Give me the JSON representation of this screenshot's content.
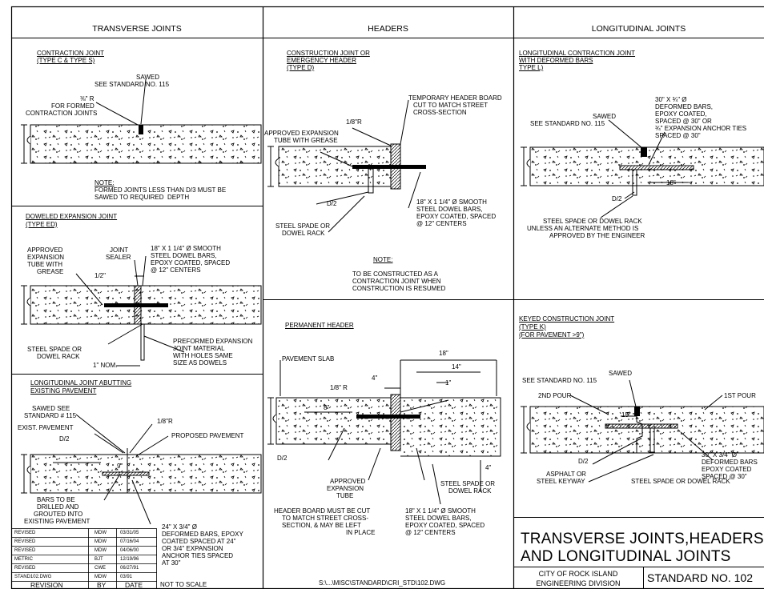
{
  "headers": {
    "transverse": "TRANSVERSE JOINTS",
    "headers": "HEADERS",
    "longitudinal": "LONGITUDINAL JOINTS"
  },
  "contraction": {
    "title1": "CONTRACTION JOINT",
    "title2": "(TYPE C & TYPE S)",
    "sawed": "SAWED",
    "see": "SEE STANDARD NO. 115",
    "radius": "⅜\" R",
    "formed1": "FOR FORMED",
    "formed2": "CONTRACTION JOINTS",
    "note_title": "NOTE:",
    "note1": "FORMED JOINTS LESS THAN D/3 MUST BE",
    "note2": "SAWED TO REQUIRED  DEPTH"
  },
  "doweled": {
    "title1": "DOWELED EXPANSION JOINT",
    "title2": "(TYPE ED)",
    "tube1": "APPROVED",
    "tube2": "EXPANSION",
    "tube3": "TUBE WITH",
    "tube4": "GREASE",
    "sealer1": "JOINT",
    "sealer2": "SEALER",
    "half": "1/2\"",
    "dowel1": "18\" X 1 1/4\" ø SMOOTH",
    "dowel2": "STEEL DOWEL BARS,",
    "dowel3": "EPOXY COATED, SPACED",
    "dowel4": "@ 12\" CENTERS",
    "spade1": "STEEL SPADE OR",
    "spade2": "DOWEL RACK",
    "nom": "1\" NOM.",
    "pre1": "PREFORMED EXPANSION",
    "pre2": "JOINT MATERIAL",
    "pre3": "WITH HOLES SAME",
    "pre4": "SIZE AS DOWELS"
  },
  "abutting": {
    "title1": "LONGITUDINAL JOINT ABUTTING",
    "title2": "EXISTING PAVEMENT",
    "sawed1": "SAWED SEE",
    "sawed2": "STANDARD # 115",
    "radius": "1/8\"R",
    "exist": "EXIST. PAVEMENT",
    "proposed": "PROPOSED PAVEMENT",
    "d2": "D/2",
    "nine": "9\"",
    "bars1": "BARS TO BE",
    "bars2": "DRILLED AND",
    "bars3": "GROUTED INTO",
    "bars4": "EXISTING PAVEMENT",
    "def1": "24\" X 3/4\" ø",
    "def2": "DEFORMED BARS, EPOXY",
    "def3": "COATED SPACED AT 24\"",
    "def4": "OR 3/4\" EXPANSION",
    "def5": "ANCHOR TIES SPACED",
    "def6": "AT 30\"",
    "not_to_scale": "NOT TO SCALE"
  },
  "revisions": {
    "rows": [
      [
        "REVISED",
        "MDW",
        "03/31/05"
      ],
      [
        "REVISED",
        "MDW",
        "07/16/04"
      ],
      [
        "REVISED",
        "MDW",
        "04/06/00"
      ],
      [
        "METRIC",
        "BJT",
        "12/19/96"
      ],
      [
        "REVISED",
        "CWE",
        "06/27/91"
      ],
      [
        "STAND102.DWG",
        "MDW",
        "03/91"
      ]
    ],
    "head": [
      "REVISION",
      "BY",
      "DATE"
    ]
  },
  "construction": {
    "title1": "CONSTRUCTION JOINT OR",
    "title2": "EMERGENCY HEADER",
    "title3": "(TYPE D)",
    "temp1": "TEMPORARY HEADER BOARD",
    "temp2": "CUT TO MATCH STREET",
    "temp3": "CROSS-SECTION",
    "radius": "1/8\"R",
    "tube1": "APPROVED EXPANSION",
    "tube2": "TUBE WITH GREASE",
    "d2": "D/2",
    "dowel1": "18\" X 1 1/4\" ø SMOOTH",
    "dowel2": "STEEL DOWEL BARS,",
    "dowel3": "EPOXY COATED, SPACED",
    "dowel4": "@ 12\" CENTERS",
    "spade1": "STEEL SPADE OR",
    "spade2": "DOWEL RACK",
    "note_title": "NOTE:",
    "note1": "TO BE CONSTRUCTED AS A",
    "note2": "CONTRACTION JOINT WHEN",
    "note3": "CONSTRUCTION IS RESUMED"
  },
  "permanent": {
    "title": "PERMANENT HEADER",
    "slab": "PAVEMENT SLAB",
    "d18": "18\"",
    "d14": "14\"",
    "d4a": "4\"",
    "d1": "1\"",
    "radius": "1/8\" R",
    "d8": "8\"",
    "d2": "D/2",
    "d4b": "4\"",
    "tube1": "APPROVED",
    "tube2": "EXPANSION",
    "tube3": "TUBE",
    "spade1": "STEEL SPADE OR",
    "spade2": "DOWEL RACK",
    "board1": "HEADER BOARD MUST BE CUT",
    "board2": "TO MATCH STREET CROSS-",
    "board3": "SECTION, & MAY BE LEFT",
    "board4": "IN PLACE",
    "dowel1": "18\" X 1 1/4\" ø SMOOTH",
    "dowel2": "STEEL DOWEL BARS,",
    "dowel3": "EPOXY COATED, SPACED",
    "dowel4": "@ 12\" CENTERS",
    "path": "S:\\...\\MISC\\STANDARD\\CRI_STD\\102.DWG"
  },
  "longcontraction": {
    "title1": "LONGITUDINAL CONTRACTION JOINT",
    "title2": "WITH DEFORMED BARS",
    "title3": "TYPE L)",
    "bars1": "30\" X ¾\" ø",
    "bars2": "DEFORMED BARS,",
    "bars3": "EPOXY COATED,",
    "bars4": "SPACED @ 30\" OR",
    "bars5": "¾\" EXPANSION ANCHOR TIES",
    "bars6": "SPACED @ 30\"",
    "sawed": "SAWED",
    "see": "SEE STANDARD NO. 115",
    "d2": "D/2",
    "d18": "18\"",
    "spade1": "STEEL SPADE OR DOWEL RACK",
    "spade2": "UNLESS AN ALTERNATE METHOD IS",
    "spade3": "APPROVED BY THE ENGINEER"
  },
  "keyed": {
    "title1": "KEYED CONSTRUCTION JOINT",
    "title2": "(TYPE K)",
    "title3": "(FOR PAVEMENT >9\")",
    "sawed": "SAWED",
    "see": "SEE STANDARD NO. 115",
    "pour2": "2ND POUR",
    "pour1": "1ST POUR",
    "d15": "15\"",
    "d2": "D/2",
    "asphalt1": "ASPHALT OR",
    "asphalt2": "STEEL KEYWAY",
    "spade": "STEEL SPADE OR DOWEL RACK",
    "bars1": "30\" X 3/4\" ø",
    "bars2": "DEFORMED BARS",
    "bars3": "EPOXY COATED",
    "bars4": "SPACED @ 30\""
  },
  "titleblock": {
    "line1": "TRANSVERSE JOINTS,HEADERS,",
    "line2": "AND LONGITUDINAL JOINTS",
    "city1": "CITY OF ROCK ISLAND",
    "city2": "ENGINEERING DIVISION",
    "standard": "STANDARD NO. 102"
  }
}
